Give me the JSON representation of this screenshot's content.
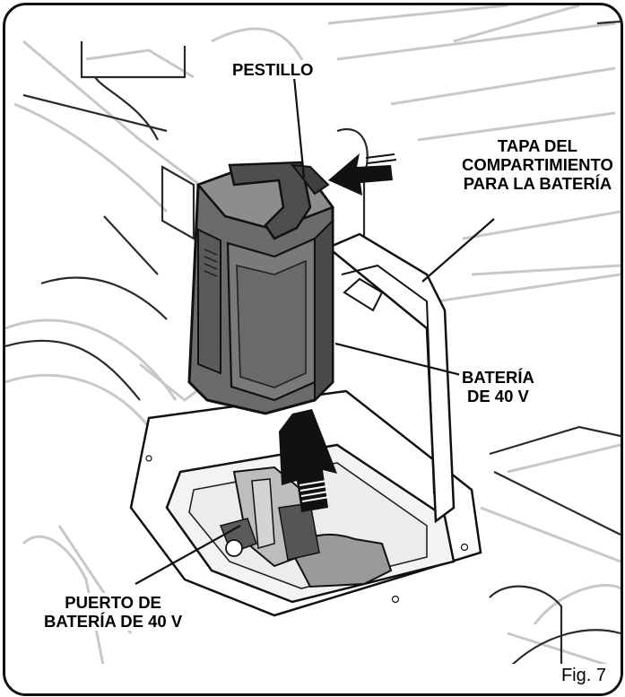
{
  "labels": {
    "latch": "PESTILLO",
    "cover": [
      "TAPA DEL",
      "COMPARTIMIENTO",
      "PARA LA BATERÍA"
    ],
    "battery": [
      "BATERÍA",
      "DE 40 V"
    ],
    "port": [
      "PUERTO DE",
      "BATERÍA DE 40 V"
    ]
  },
  "figure_label": "Fig. 7",
  "colors": {
    "line": "#111111",
    "battery_body": "#6b6b6b",
    "battery_dark": "#3f3f3f",
    "battery_light": "#8d8d8d",
    "bin_shadow": "#9a9a9a",
    "background_lines": "#c8c8c8"
  }
}
